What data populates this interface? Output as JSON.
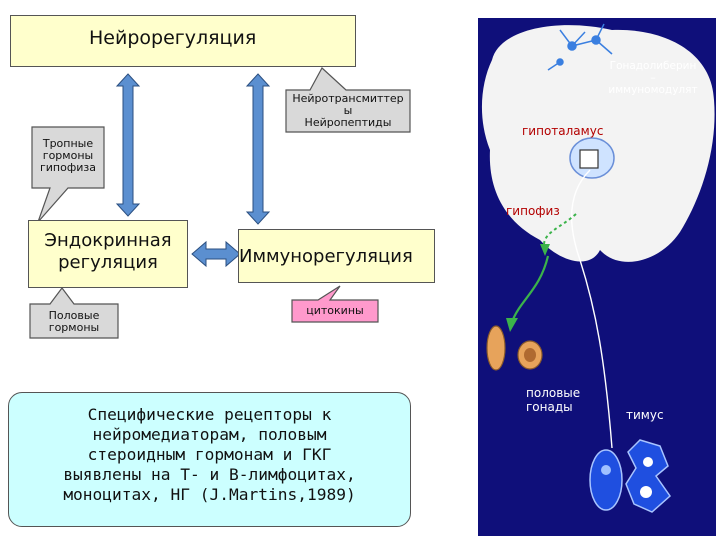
{
  "boxes": {
    "neuro": "Нейрорегуляция",
    "endo_line1": "Эндокринная",
    "endo_line2": "регуляция",
    "immuno": "Иммунорегуляция"
  },
  "callouts": {
    "neurotransmitters_line1": "Нейротрансмиттер",
    "neurotransmitters_line2": "ы",
    "neurotransmitters_line3": "Нейропептиды",
    "tropic_line1": "Тропные",
    "tropic_line2": "гормоны",
    "tropic_line3": "гипофиза",
    "sex_line1": "Половые",
    "sex_line2": "гормоны",
    "cytokines": "цитокины"
  },
  "note": {
    "line1": "Специфические рецепторы к",
    "line2": "нейромедиаторам, половым",
    "line3": "стероидным гормонам и ГКГ",
    "line4": "выявлены на Т- и В-лимфоцитах,",
    "line5": "моноцитах, НГ (J.Martins,1989)"
  },
  "illustration": {
    "gonadoliberin_line1": "Гонадолиберин",
    "gonadoliberin_line2": "–",
    "gonadoliberin_line3": "иммуномодулят",
    "hypothalamus": "гипоталамус",
    "pituitary": "гипофиз",
    "gonads_line1": "половые",
    "gonads_line2": "гонады",
    "thymus": "тимус"
  },
  "colors": {
    "box_fill": "#ffffcc",
    "note_fill": "#ccffff",
    "callout_fill": "#d9d9d9",
    "cytokine_fill": "#ff99cc",
    "arrow_blue": "#5b8fd0",
    "label_red": "#b30000",
    "panel_bg": "#0f0f7a"
  }
}
